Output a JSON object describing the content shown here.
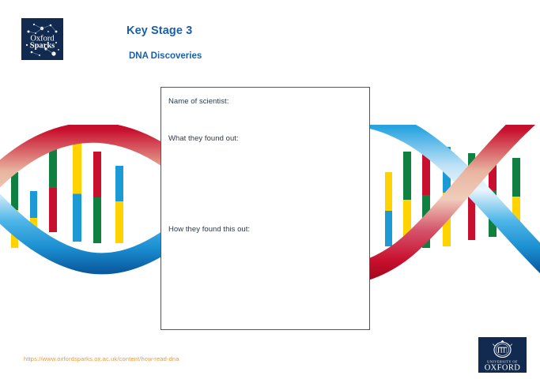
{
  "header": {
    "logo_name": "oxford-sparks-logo",
    "logo_text_line1": "Oxford",
    "logo_text_line2": "Sparks",
    "title": "Key Stage 3",
    "subtitle": "DNA Discoveries",
    "title_color": "#1a5fa8"
  },
  "worksheet": {
    "fields": [
      {
        "label": "Name of scientist:"
      },
      {
        "label": "What they found out:"
      },
      {
        "label": "How they found this out:"
      }
    ],
    "border_color": "#565656"
  },
  "footer": {
    "url": "https://www.oxfordsparks.ox.ac.uk/content/how-read-dna",
    "url_color": "#f0962f",
    "oxford_logo_line1": "UNIVERSITY OF",
    "oxford_logo_line2": "OXFORD"
  },
  "artwork": {
    "name": "dna-double-helix",
    "strand_red": "#c8102e",
    "strand_red_highlight": "#e0a08a",
    "strand_blue": "#1b9ad6",
    "strand_blue_highlight": "#cfe8f7",
    "base_colors": [
      "#0f8040",
      "#c8102e",
      "#ffd200",
      "#1b9ad6"
    ]
  }
}
